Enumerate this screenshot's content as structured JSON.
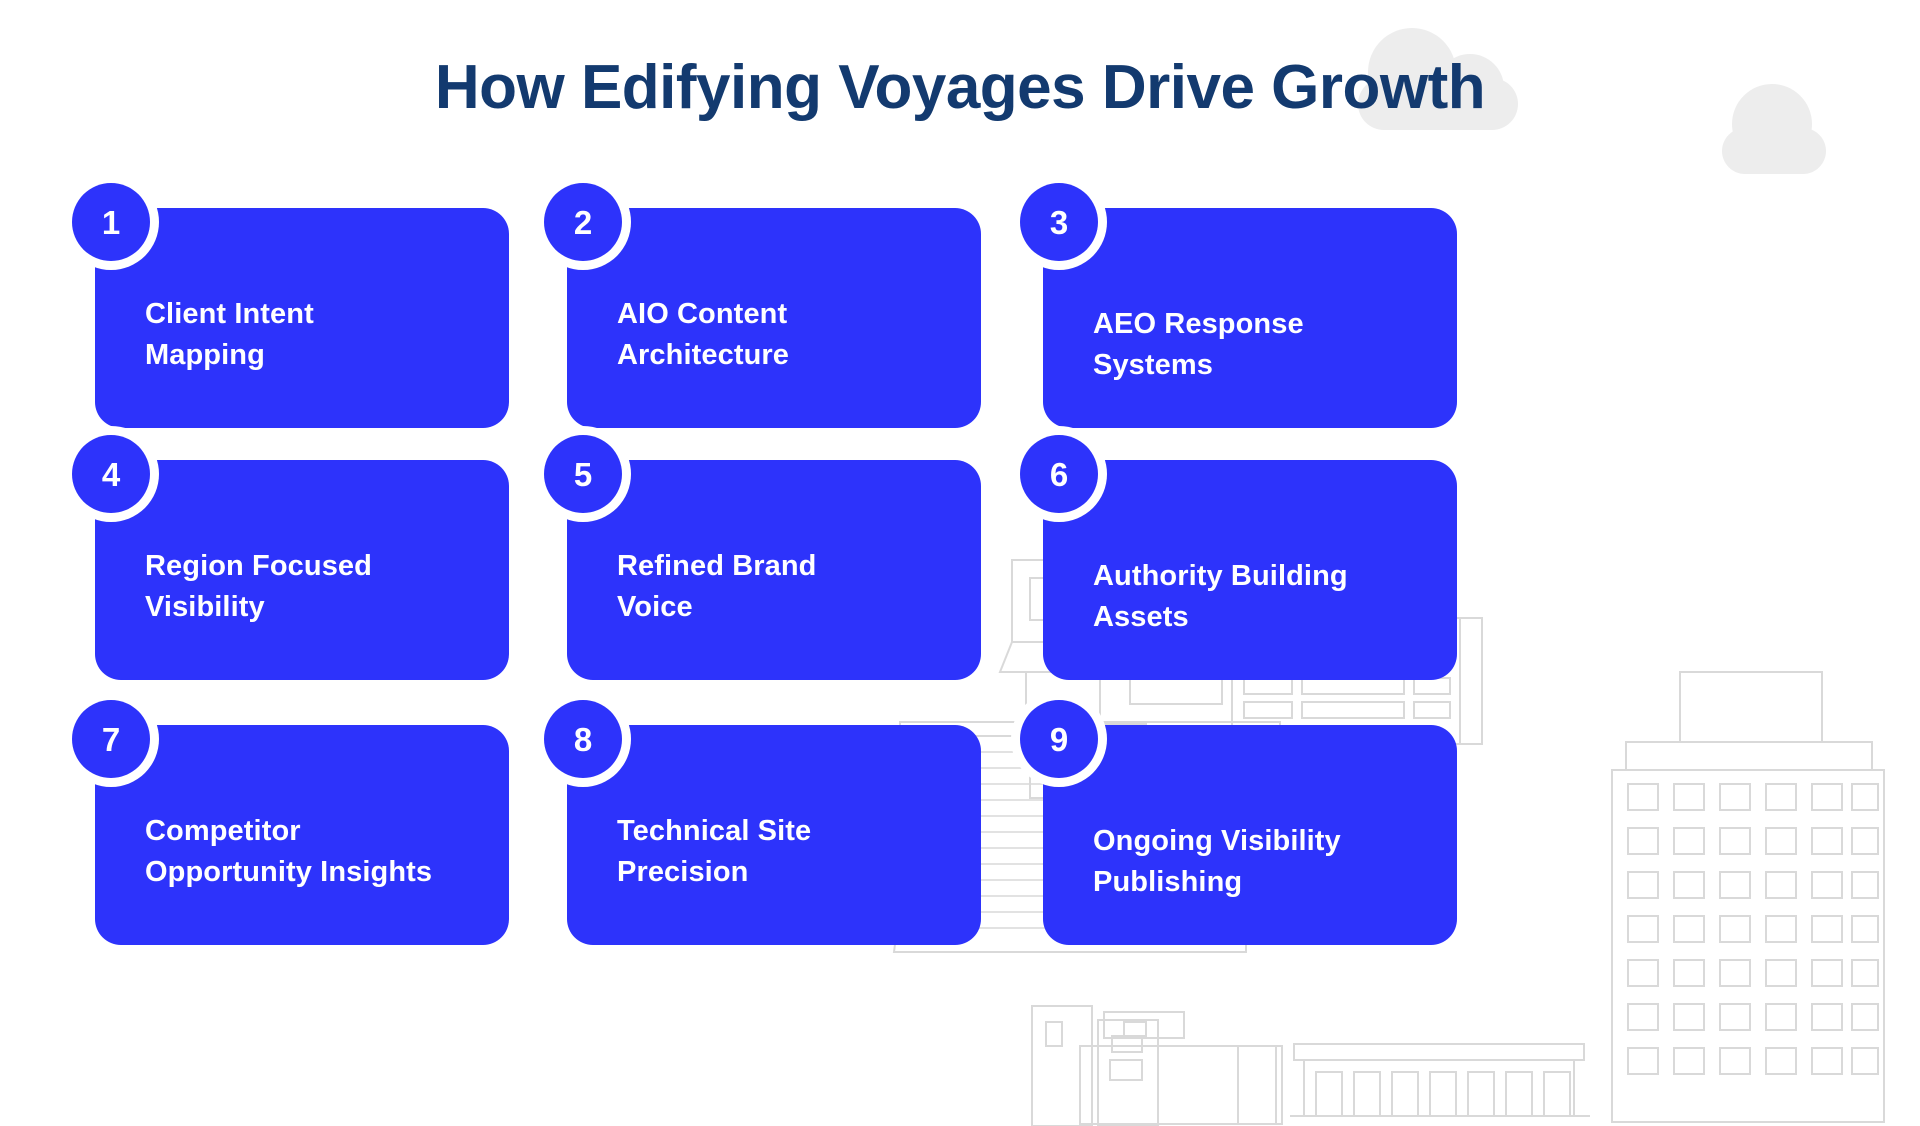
{
  "page": {
    "title": "How Edifying Voyages Drive Growth",
    "background_color": "#ffffff",
    "accent_color": "#2d33fb",
    "title_color": "#133a6f",
    "cloud_color": "#ededed",
    "cityscape_line_color": "#d8d8d8"
  },
  "cards": [
    {
      "number": "1",
      "label": "Client Intent\nMapping"
    },
    {
      "number": "2",
      "label": "AIO Content\nArchitecture"
    },
    {
      "number": "3",
      "label": "AEO Response\nSystems"
    },
    {
      "number": "4",
      "label": "Region Focused\nVisibility"
    },
    {
      "number": "5",
      "label": "Refined Brand\nVoice"
    },
    {
      "number": "6",
      "label": "Authority Building\nAssets"
    },
    {
      "number": "7",
      "label": "Competitor\nOpportunity Insights"
    },
    {
      "number": "8",
      "label": "Technical Site\nPrecision"
    },
    {
      "number": "9",
      "label": "Ongoing Visibility\nPublishing"
    }
  ]
}
